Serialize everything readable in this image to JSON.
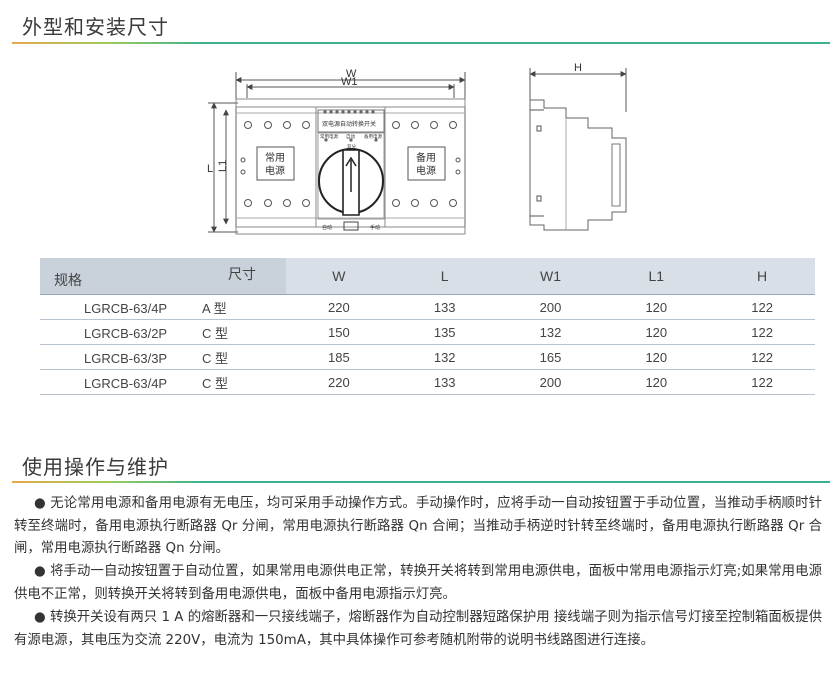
{
  "section1": {
    "title": "外型和安装尺寸"
  },
  "drawing": {
    "dim_w": "W",
    "dim_w1": "W1",
    "dim_l": "L",
    "dim_l1": "L1",
    "dim_h": "H",
    "panel_title": "双电源自动转换开关",
    "left_box_line1": "常用",
    "left_box_line2": "电源",
    "right_box_line1": "备用",
    "right_box_line2": "电源",
    "dial_left": "常用电源",
    "dial_mid": "自动",
    "dial_right": "备用电源",
    "dial_top": "双分",
    "bottom_left": "自动",
    "bottom_right": "手动"
  },
  "table": {
    "corner_top": "尺寸",
    "corner_bottom": "规格",
    "headers": [
      "W",
      "L",
      "W1",
      "L1",
      "H"
    ],
    "rows": [
      {
        "model": "LGRCB-63/4P",
        "type": "A 型",
        "values": [
          "220",
          "133",
          "200",
          "120",
          "122"
        ]
      },
      {
        "model": "LGRCB-63/2P",
        "type": "C 型",
        "values": [
          "150",
          "135",
          "132",
          "120",
          "122"
        ]
      },
      {
        "model": "LGRCB-63/3P",
        "type": "C 型",
        "values": [
          "185",
          "132",
          "165",
          "120",
          "122"
        ]
      },
      {
        "model": "LGRCB-63/4P",
        "type": "C 型",
        "values": [
          "220",
          "133",
          "200",
          "120",
          "122"
        ]
      }
    ]
  },
  "section2": {
    "title": "使用操作与维护",
    "paragraphs": [
      "● 无论常用电源和备用电源有无电压，均可采用手动操作方式。手动操作时，应将手动一自动按钮置于手动位置，当推动手柄顺时针转至终端时，备用电源执行断路器 Qr 分闸，常用电源执行断路器 Qn 合闸；当推动手柄逆时针转至终端时，备用电源执行断路器 Qr 合闸，常用电源执行断路器 Qn 分闸。",
      "● 将手动一自动按钮置于自动位置，如果常用电源供电正常，转换开关将转到常用电源供电，面板中常用电源指示灯亮;如果常用电源供电不正常，则转换开关将转到备用电源供电，面板中备用电源指示灯亮。",
      "● 转换开关设有两只 1 A 的熔断器和一只接线端子，熔断器作为自动控制器短路保护用  接线端子则为指示信号灯接至控制箱面板提供有源电源，其电压为交流 220V，电流为 150mA，其中具体操作可参考随机附带的说明书线路图进行连接。"
    ]
  },
  "colors": {
    "accent_orange": "#f0a53a",
    "accent_green": "#3ab090",
    "table_header": "#d9dfe6"
  }
}
